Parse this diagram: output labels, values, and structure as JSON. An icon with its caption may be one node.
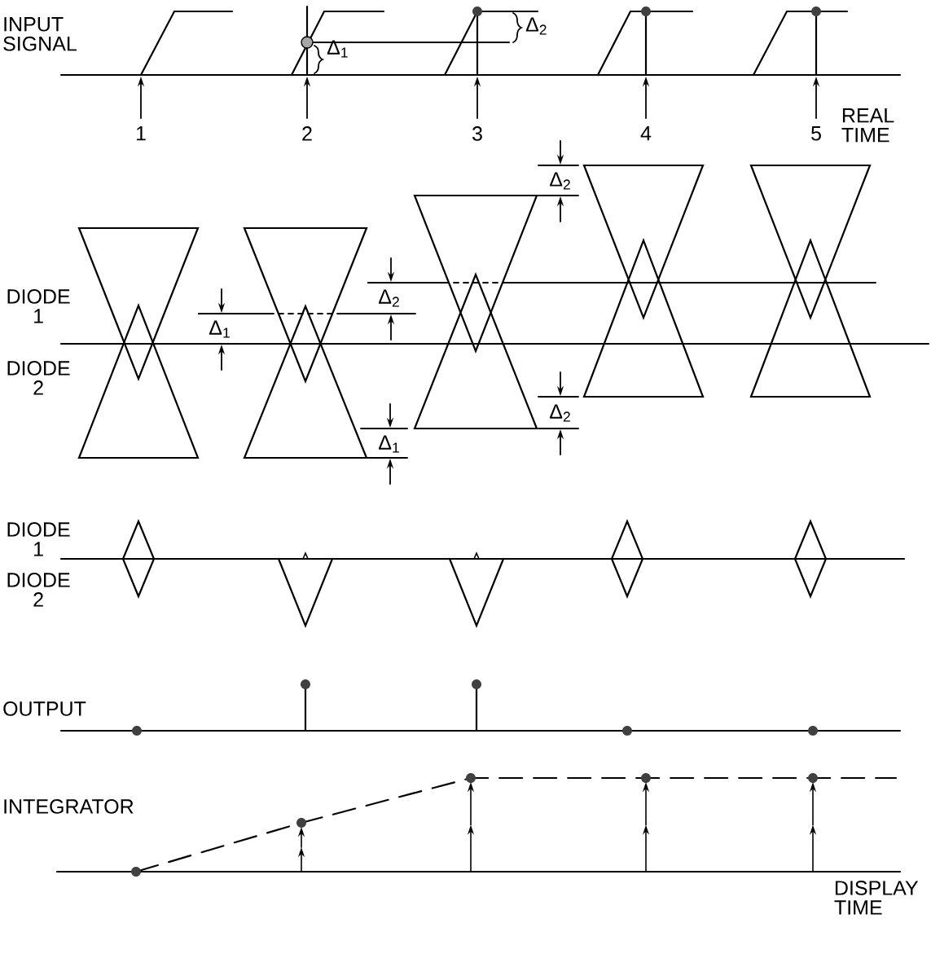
{
  "diagram": {
    "labels": [
      "INPUT SIGNAL",
      "Δ$_{1}$",
      "Δ$_{2}$",
      "1",
      "2",
      "3",
      "4",
      "5",
      "REAL TIME",
      "Δ$_{2}$",
      "DIODE 1",
      "Δ$_{1}$",
      "Δ$_{2}$",
      "DIODE 2",
      "Δ$_{2}$",
      "Δ$_{1}$",
      "DIODE 1",
      "DIODE 2",
      "OUTPUT",
      "INTEGRATOR",
      "DISPLAY TIME"
    ]
  }
}
